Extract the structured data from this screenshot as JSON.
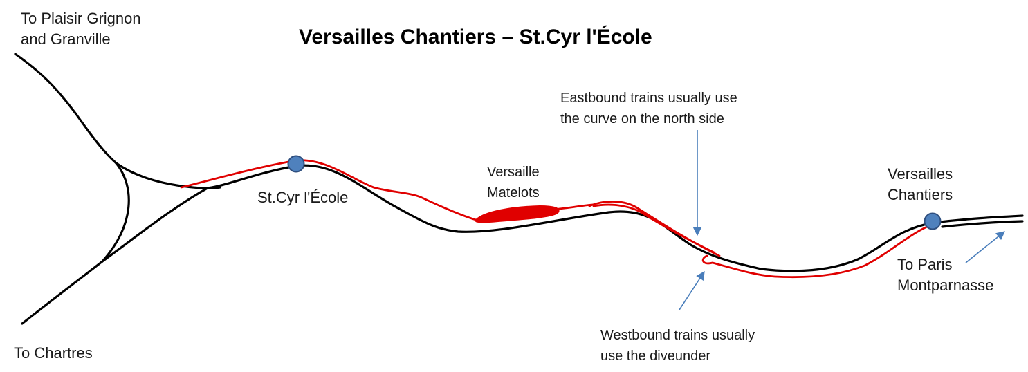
{
  "title": "Versailles Chantiers – St.Cyr l'École",
  "labels": {
    "to_plaisir_1": "To Plaisir Grignon",
    "to_plaisir_2": "and Granville",
    "to_chartres": "To Chartres",
    "st_cyr": "St.Cyr l'École",
    "versaille_matelots_1": "Versaille",
    "versaille_matelots_2": "Matelots",
    "versailles_chantiers_1": "Versailles",
    "versailles_chantiers_2": "Chantiers",
    "to_paris_1": "To Paris",
    "to_paris_2": "Montparnasse",
    "eastbound_1": "Eastbound trains usually use",
    "eastbound_2": "the curve on the north side",
    "westbound_1": "Westbound trains usually",
    "westbound_2": "use the diveunder"
  },
  "colors": {
    "track": "#000000",
    "route": "#e00000",
    "station_fill": "#4f81bd",
    "station_stroke": "#2f4f7f",
    "arrow": "#4a7ebb"
  }
}
